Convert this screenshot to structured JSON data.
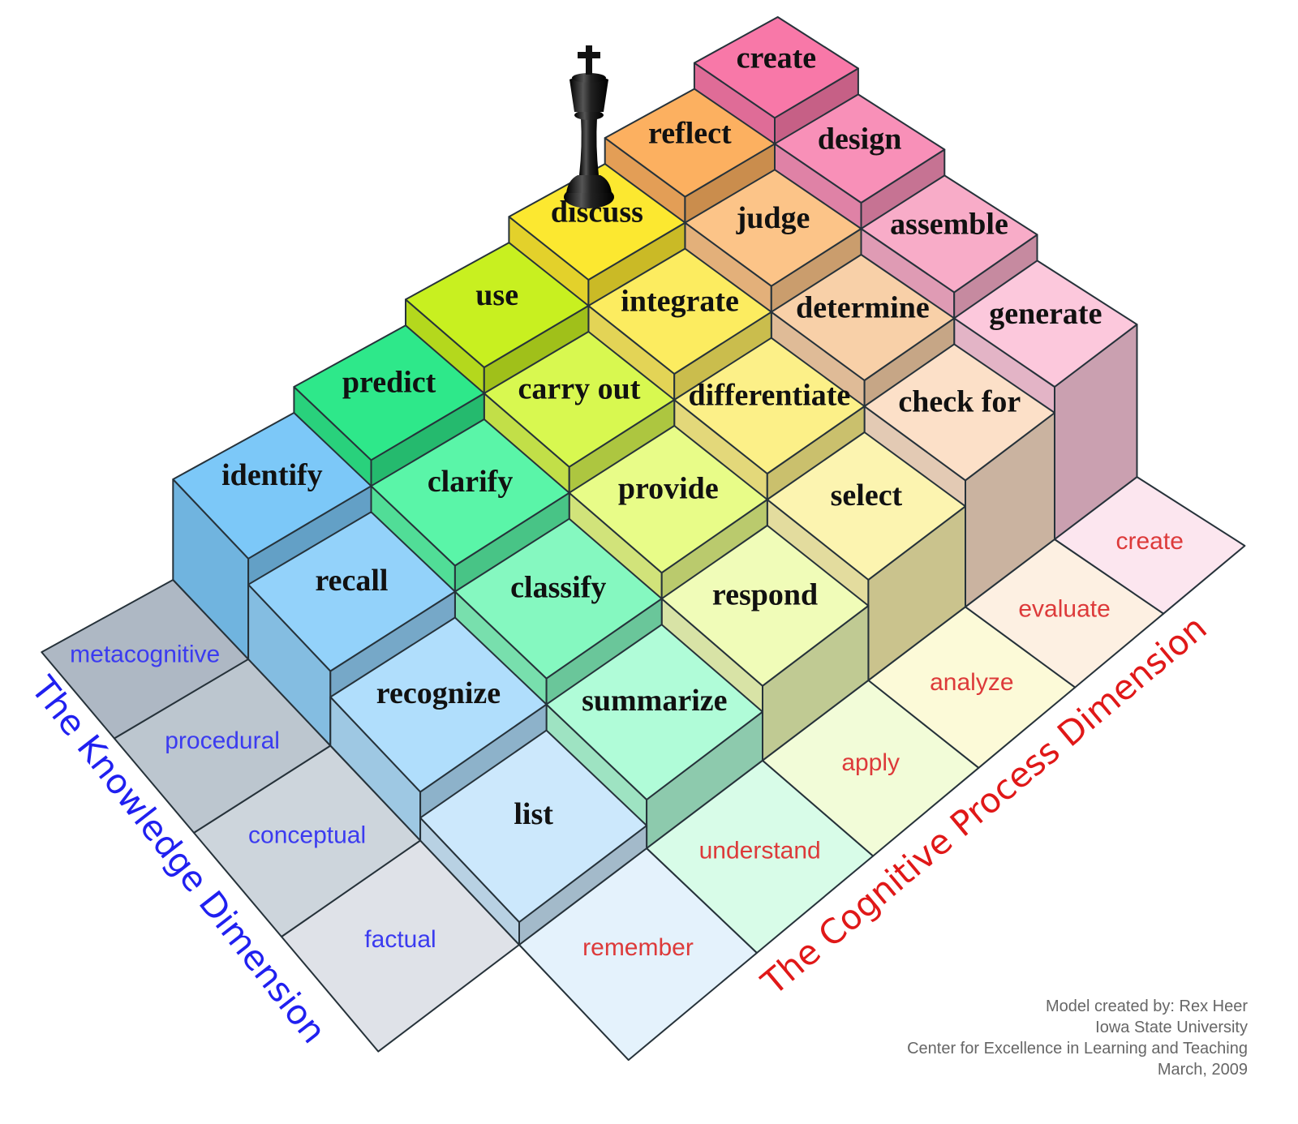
{
  "knowledge_dimension": {
    "title": "The Knowledge Dimension",
    "levels": [
      "factual",
      "conceptual",
      "procedural",
      "metacognitive"
    ],
    "label_color": "#3b3bf0",
    "title_color": "#2020f0",
    "cell_colors": [
      "#dfe2e8",
      "#cdd5dc",
      "#bcc6cf",
      "#aeb8c4"
    ]
  },
  "cognitive_dimension": {
    "title": "The Cognitive Process Dimension",
    "levels": [
      "remember",
      "understand",
      "apply",
      "analyze",
      "evaluate",
      "create"
    ],
    "label_color": "#dd3a3a",
    "title_color": "#e01818",
    "cell_colors": [
      "#e4f2fc",
      "#d8fce8",
      "#f2fcd8",
      "#fcfad8",
      "#fdf0e2",
      "#fce6ef"
    ]
  },
  "verbs": [
    [
      "list",
      "summarize",
      "respond",
      "select",
      "check for",
      "generate"
    ],
    [
      "recognize",
      "classify",
      "provide",
      "differentiate",
      "determine",
      "assemble"
    ],
    [
      "recall",
      "clarify",
      "carry out",
      "integrate",
      "judge",
      "design"
    ],
    [
      "identify",
      "predict",
      "use",
      "discuss",
      "reflect",
      "create"
    ]
  ],
  "block_colors": [
    [
      "#cce8fc",
      "#b0fcd8",
      "#f0fcb8",
      "#fcf4b0",
      "#fce0c8",
      "#fcc8dc"
    ],
    [
      "#b0defc",
      "#85f8c0",
      "#e8fc88",
      "#fcf088",
      "#f8d0a8",
      "#f8acc8"
    ],
    [
      "#93d2fa",
      "#5af5a8",
      "#d8f850",
      "#fcec60",
      "#fcc488",
      "#f890b8"
    ],
    [
      "#7cc8f8",
      "#2ee88a",
      "#c8f020",
      "#fce830",
      "#fcb060",
      "#f878a8"
    ]
  ],
  "decoration": {
    "piece_icon": "chess-king-icon"
  },
  "credits": [
    "Model created by: Rex Heer",
    "Iowa State University",
    "Center for Excellence in Learning and Teaching",
    "March, 2009"
  ]
}
